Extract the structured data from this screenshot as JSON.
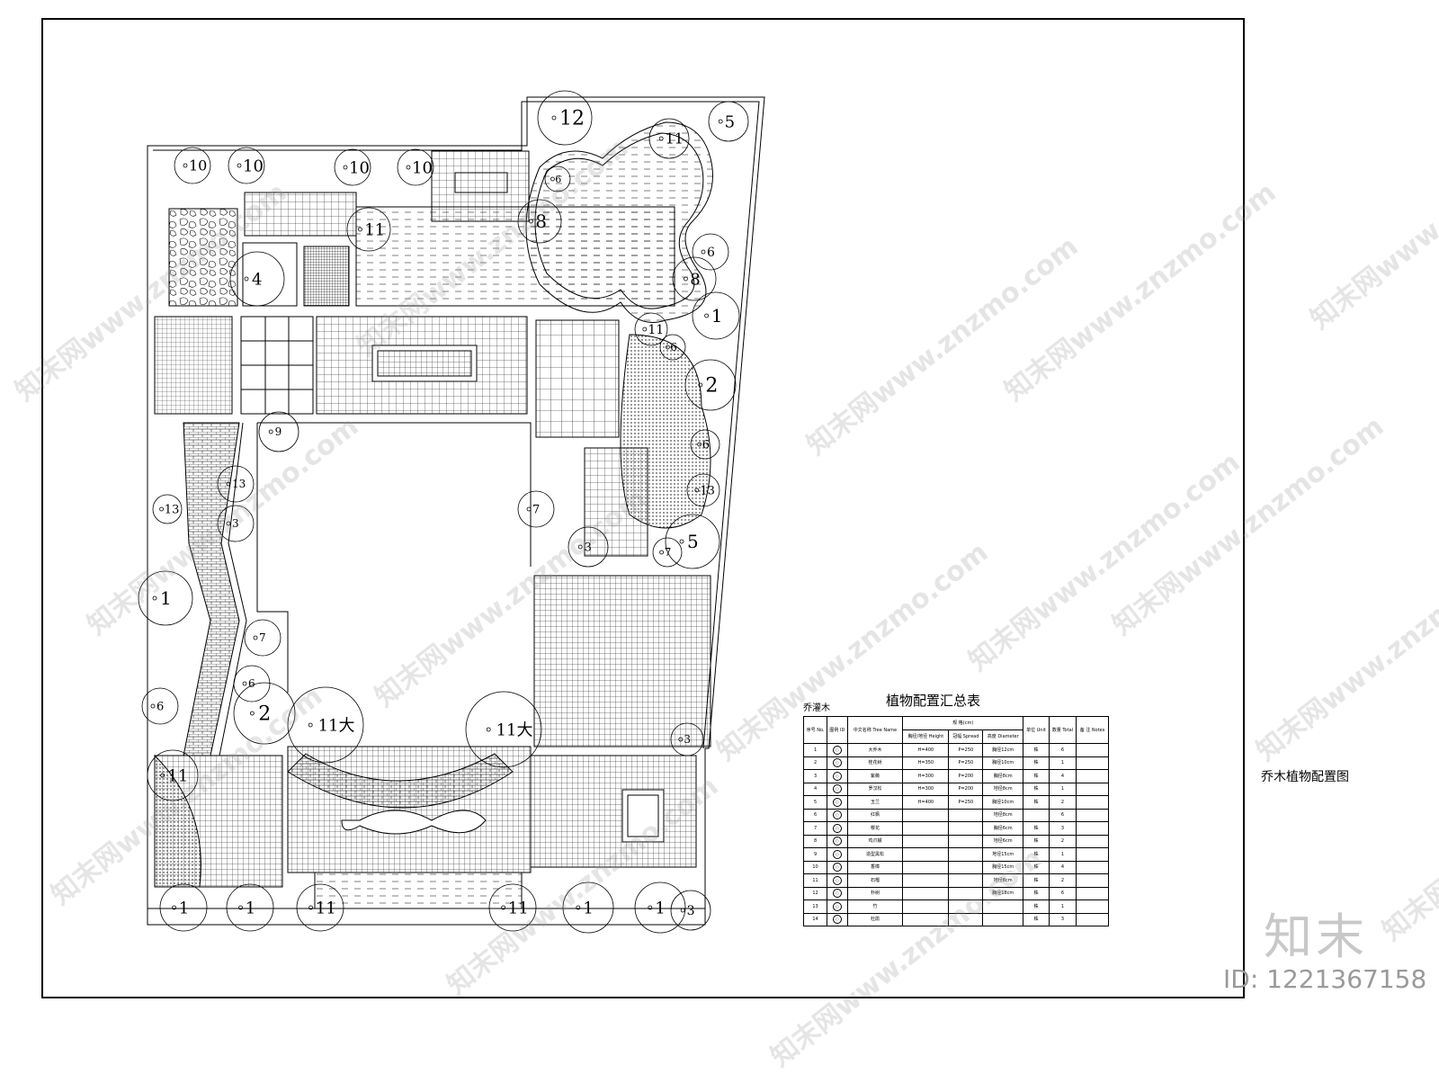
{
  "labels": {
    "table_title": "植物配置汇总表",
    "table_subtitle": "乔灌木",
    "drawing_title": "乔木植物配置图",
    "brand_logo": "知末",
    "id_text": "ID: 1221367158",
    "watermark": "知末网www.znzmo.com"
  },
  "tree_markers": [
    {
      "label": "10"
    },
    {
      "label": "10"
    },
    {
      "label": "10"
    },
    {
      "label": "10"
    },
    {
      "label": "12"
    },
    {
      "label": "11"
    },
    {
      "label": "5"
    },
    {
      "label": "6"
    },
    {
      "label": "8"
    },
    {
      "label": "11"
    },
    {
      "label": "6"
    },
    {
      "label": "8"
    },
    {
      "label": "1"
    },
    {
      "label": "11"
    },
    {
      "label": "6"
    },
    {
      "label": "2"
    },
    {
      "label": "4"
    },
    {
      "label": "9"
    },
    {
      "label": "6"
    },
    {
      "label": "13"
    },
    {
      "label": "13"
    },
    {
      "label": "13"
    },
    {
      "label": "7"
    },
    {
      "label": "3"
    },
    {
      "label": "3"
    },
    {
      "label": "7"
    },
    {
      "label": "5"
    },
    {
      "label": "1"
    },
    {
      "label": "7"
    },
    {
      "label": "6"
    },
    {
      "label": "2"
    },
    {
      "label": "6"
    },
    {
      "label": "11大"
    },
    {
      "label": "11大"
    },
    {
      "label": "3"
    },
    {
      "label": "11"
    },
    {
      "label": "1"
    },
    {
      "label": "1"
    },
    {
      "label": "11"
    },
    {
      "label": "11"
    },
    {
      "label": "1"
    },
    {
      "label": "1"
    },
    {
      "label": "3"
    }
  ],
  "plant_table": {
    "header_top": [
      "序号 No.",
      "图例 ID",
      "中文名称 Tree Name",
      "规 格(cm)",
      "单位 Unit",
      "数量 Total",
      "备 注 Notes"
    ],
    "header_sub": [
      "胸径/地径 Height",
      "冠幅 Spread",
      "高度 Diameter"
    ],
    "rows": [
      [
        "1",
        "○",
        "大乔木",
        "H=400",
        "P=250",
        "胸径12cm",
        "株",
        "6",
        ""
      ],
      [
        "2",
        "○",
        "桂花树",
        "H=350",
        "P=250",
        "胸径10cm",
        "株",
        "1",
        ""
      ],
      [
        "3",
        "○",
        "紫薇",
        "H=300",
        "P=200",
        "胸径8cm",
        "株",
        "4",
        ""
      ],
      [
        "4",
        "○",
        "罗汉松",
        "H=300",
        "P=200",
        "地径8cm",
        "株",
        "1",
        ""
      ],
      [
        "5",
        "○",
        "玉兰",
        "H=400",
        "P=250",
        "胸径10cm",
        "株",
        "2",
        ""
      ],
      [
        "6",
        "○",
        "红枫",
        "",
        "",
        "地径8cm",
        "",
        "6",
        ""
      ],
      [
        "7",
        "○",
        "樱花",
        "",
        "",
        "胸径6cm",
        "株",
        "3",
        ""
      ],
      [
        "8",
        "○",
        "鸡爪槭",
        "",
        "",
        "地径6cm",
        "株",
        "2",
        ""
      ],
      [
        "9",
        "○",
        "造型黑松",
        "",
        "",
        "地径15cm",
        "株",
        "1",
        ""
      ],
      [
        "10",
        "○",
        "香樟",
        "",
        "",
        "胸径15cm",
        "株",
        "4",
        ""
      ],
      [
        "11",
        "○",
        "石榴",
        "",
        "",
        "地径8cm",
        "株",
        "2",
        ""
      ],
      [
        "12",
        "○",
        "朴树",
        "",
        "",
        "胸径18cm",
        "株",
        "6",
        ""
      ],
      [
        "13",
        "○",
        "竹",
        "",
        "",
        "",
        "株",
        "1",
        ""
      ],
      [
        "14",
        "○",
        "杜鹃",
        "",
        "",
        "",
        "株",
        "3",
        ""
      ]
    ]
  },
  "colors": {
    "line": "#000000",
    "hatch_grey": "#555555",
    "watermark_grey": "#c8c8c8"
  }
}
